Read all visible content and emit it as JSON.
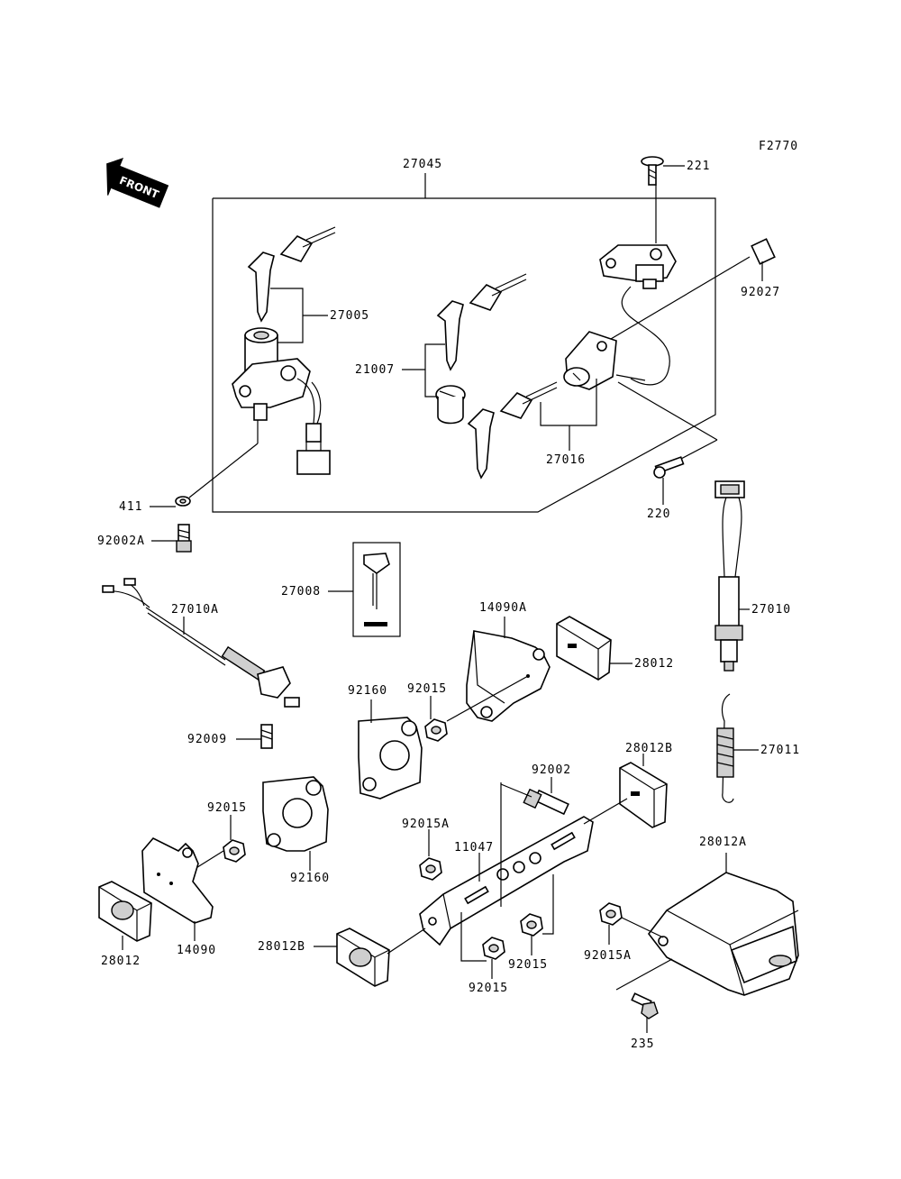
{
  "figure_code": "F2770",
  "front_label": "FRONT",
  "parts": {
    "p27045": "27045",
    "p221": "221",
    "p92027": "92027",
    "p27005": "27005",
    "p21007": "21007",
    "p27016": "27016",
    "p220": "220",
    "p411": "411",
    "p92002A": "92002A",
    "p27008": "27008",
    "p27010A": "27010A",
    "p14090A": "14090A",
    "p28012_top": "28012",
    "p27010": "27010",
    "p92160_a": "92160",
    "p92015_a": "92015",
    "p92009": "92009",
    "p27011": "27011",
    "p28012B_top": "28012B",
    "p92002": "92002",
    "p92015_b": "92015",
    "p92015A_a": "92015A",
    "p11047": "11047",
    "p92160_b": "92160",
    "p28012A": "28012A",
    "p28012_bottom": "28012",
    "p14090": "14090",
    "p28012B_bottom": "28012B",
    "p92015_c": "92015",
    "p92015_d": "92015",
    "p92015A_b": "92015A",
    "p235": "235"
  }
}
